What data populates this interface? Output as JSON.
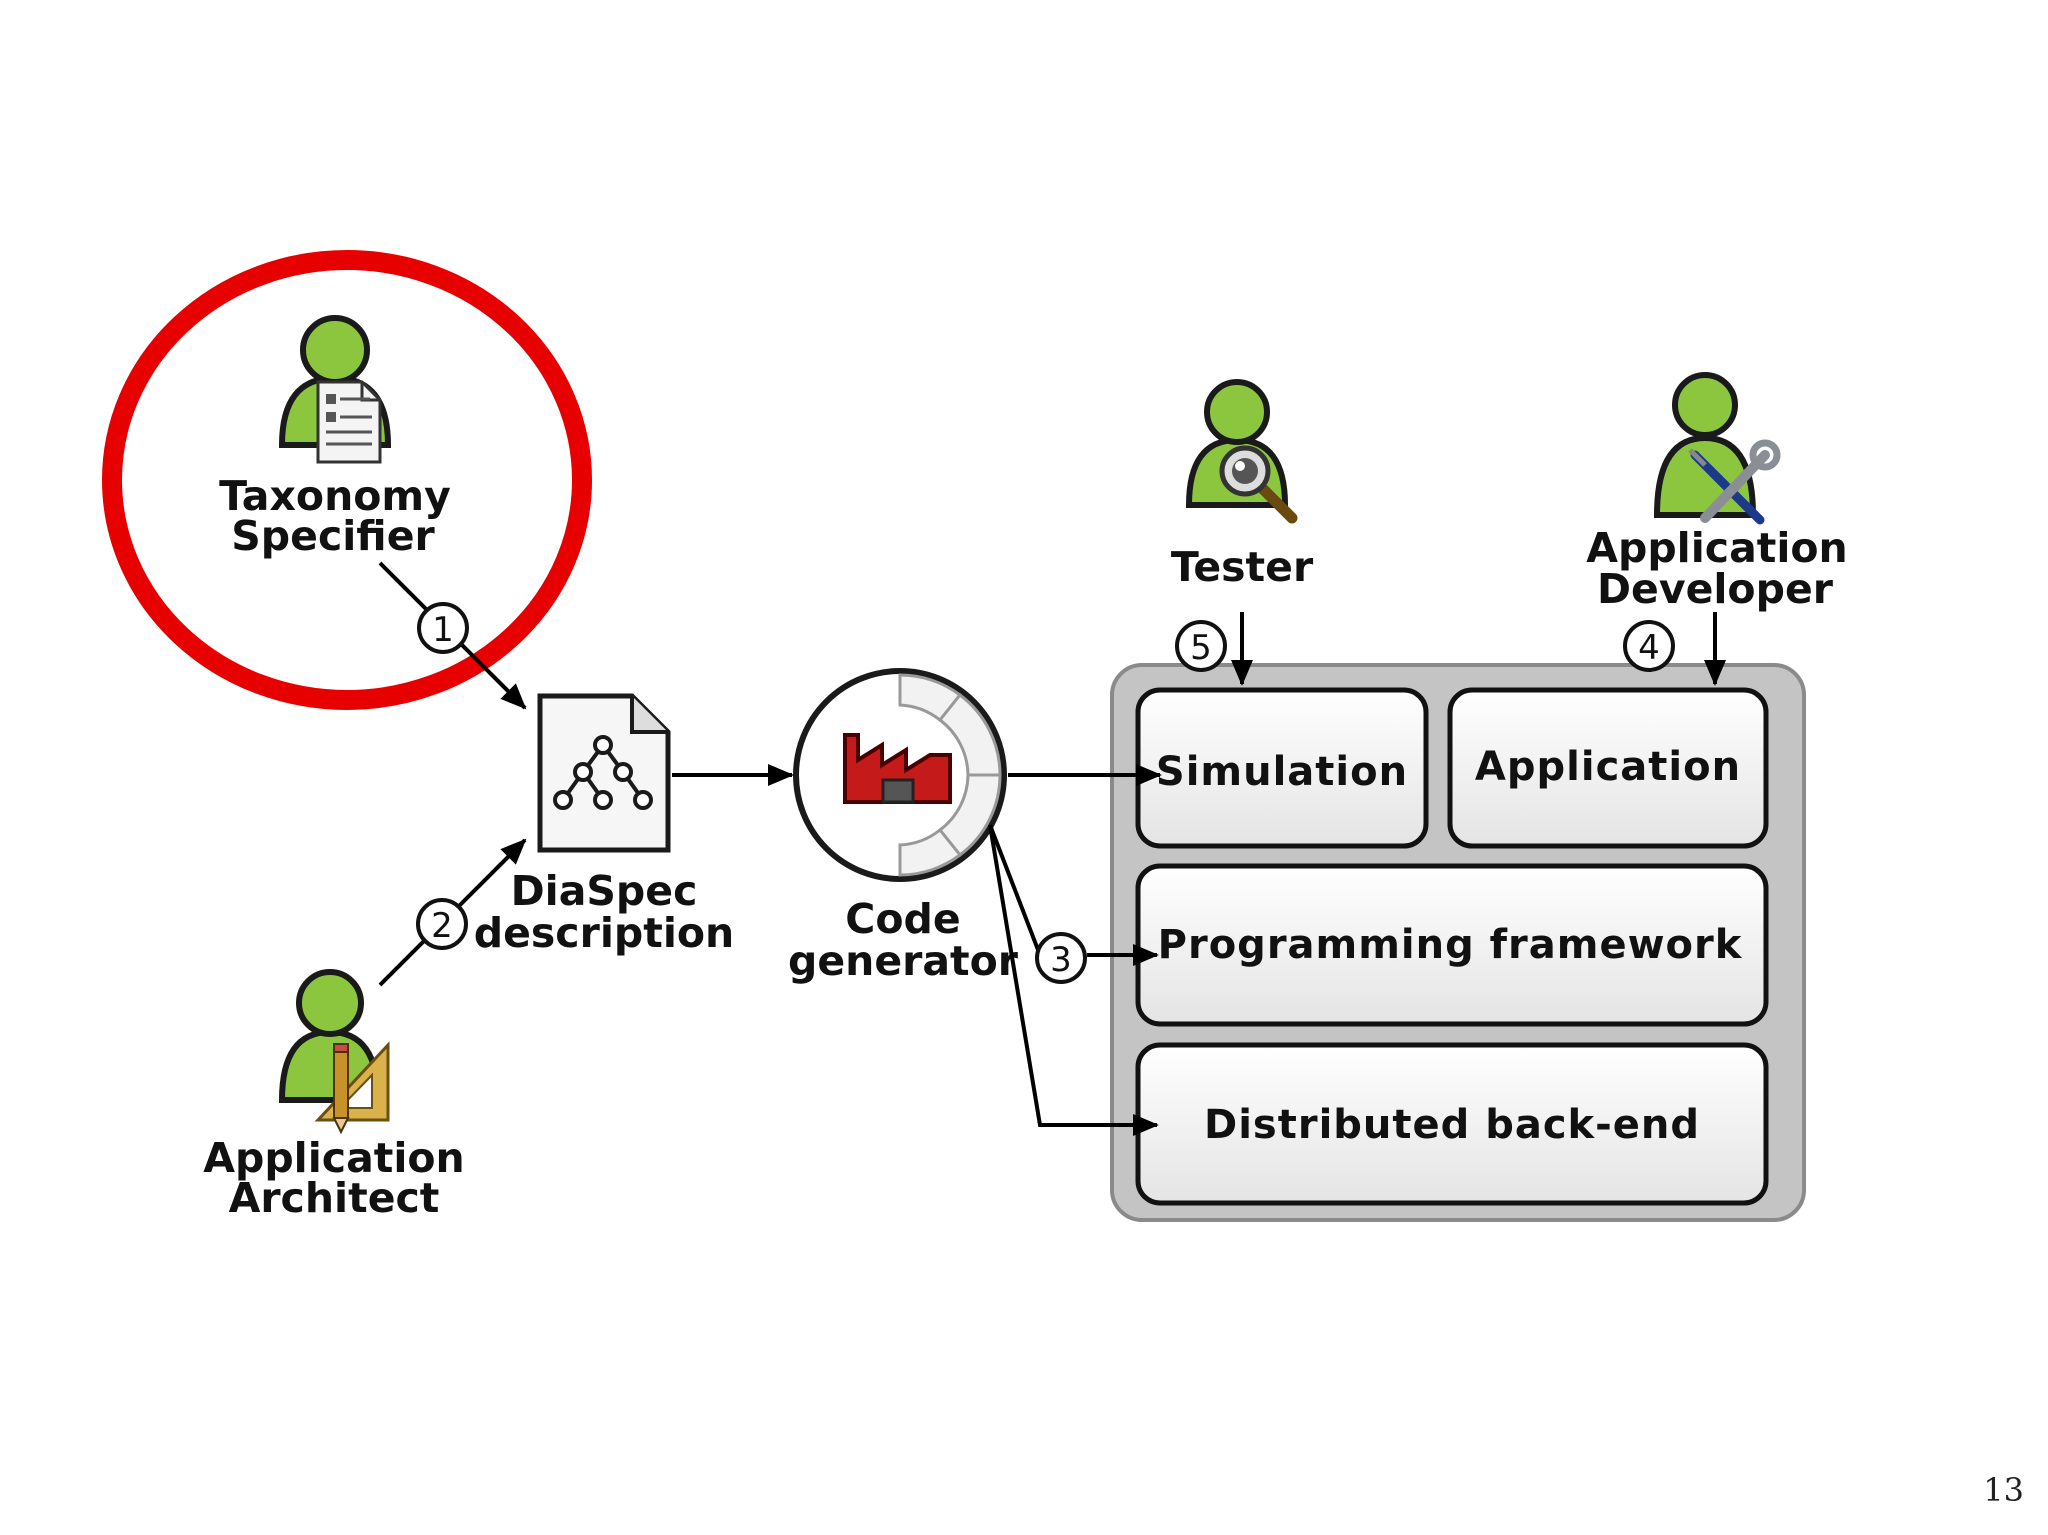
{
  "roles": {
    "taxonomy_specifier": {
      "line1": "Taxonomy",
      "line2": "Specifier"
    },
    "application_architect": {
      "line1": "Application",
      "line2": "Architect"
    },
    "tester": {
      "line1": "Tester"
    },
    "application_developer": {
      "line1": "Application",
      "line2": "Developer"
    }
  },
  "artifacts": {
    "diaspec": {
      "line1": "DiaSpec",
      "line2": "description"
    },
    "code_generator": {
      "line1": "Code",
      "line2": "generator"
    }
  },
  "boxes": {
    "simulation": "Simulation",
    "application": "Application",
    "programming_framework": "Programming  framework",
    "distributed_backend": "Distributed  back-end"
  },
  "steps": [
    "1",
    "2",
    "3",
    "4",
    "5"
  ],
  "highlight_color": "#e60000",
  "person_color": "#8cc63f",
  "page_number": "13"
}
